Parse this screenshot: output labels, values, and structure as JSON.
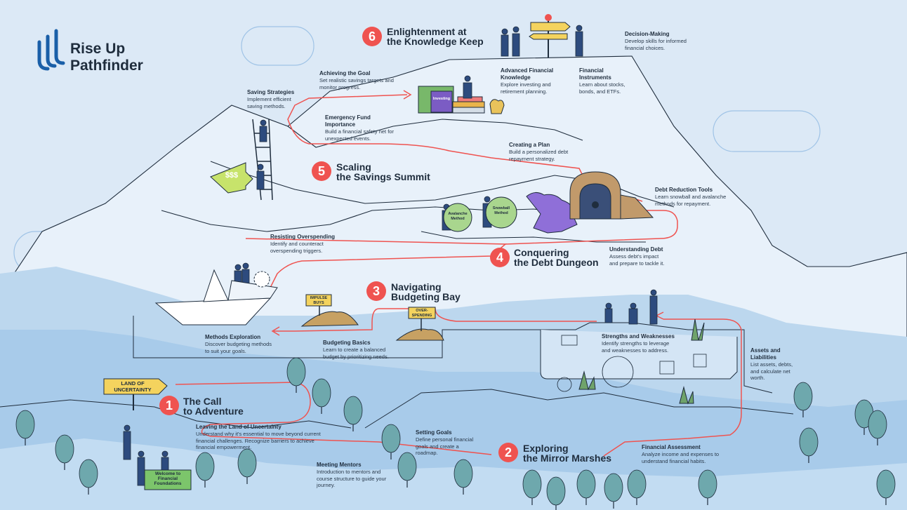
{
  "brand": {
    "name_line1": "Rise Up",
    "name_line2": "Pathfinder"
  },
  "colors": {
    "accent": "#ef5350",
    "navy": "#1f2d3d",
    "sign_yellow": "#f4d35e",
    "sign_green": "#7cc56b",
    "sky": "#dce9f6",
    "water": "#b9d6ef",
    "land": "#c9dff3",
    "tree": "#6ea8ad"
  },
  "stages": [
    {
      "num": "1",
      "line1": "The Call",
      "line2": "to Adventure"
    },
    {
      "num": "2",
      "line1": "Exploring",
      "line2": "the Mirror Marshes"
    },
    {
      "num": "3",
      "line1": "Navigating",
      "line2": "Budgeting Bay"
    },
    {
      "num": "4",
      "line1": "Conquering",
      "line2": "the Debt Dungeon"
    },
    {
      "num": "5",
      "line1": "Scaling",
      "line2": "the Savings Summit"
    },
    {
      "num": "6",
      "line1": "Enlightenment at",
      "line2": "the Knowledge Keep"
    }
  ],
  "labels": [
    {
      "title": "Decision-Making",
      "desc": "Develop skills for informed financial choices."
    },
    {
      "title": "Advanced Financial Knowledge",
      "desc": "Explore investing and retirement planning."
    },
    {
      "title": "Financial Instruments",
      "desc": "Learn about stocks, bonds, and ETFs."
    },
    {
      "title": "Achieving the Goal",
      "desc": "Set realistic savings targets and monitor progress."
    },
    {
      "title": "Saving Strategies",
      "desc": "Implement efficient saving methods."
    },
    {
      "title": "Emergency Fund Importance",
      "desc": "Build a financial safety net for unexpected events."
    },
    {
      "title": "Creating a Plan",
      "desc": "Build a personalized debt repayment strategy."
    },
    {
      "title": "Debt Reduction Tools",
      "desc": "Learn snowball and avalanche methods for repayment."
    },
    {
      "title": "Resisting Overspending",
      "desc": "Identify and counteract overspending triggers."
    },
    {
      "title": "Understanding Debt",
      "desc": "Assess debt's impact and prepare to tackle it."
    },
    {
      "title": "Methods Exploration",
      "desc": "Discover budgeting methods to suit your goals."
    },
    {
      "title": "Budgeting Basics",
      "desc": "Learn to create a balanced budget by prioritizing needs."
    },
    {
      "title": "Strengths and Weaknesses",
      "desc": "Identify strengths to leverage and weaknesses to address."
    },
    {
      "title": "Assets and Liabilities",
      "desc": "List assets, debts, and calculate net worth."
    },
    {
      "title": "Leaving the Land of Uncertainty",
      "desc": "Understand why it's essential to move beyond current financial challenges. Recognize barriers to achieve financial empowerment."
    },
    {
      "title": "Setting Goals",
      "desc": "Define personal financial goals and create a roadmap."
    },
    {
      "title": "Financial Assessment",
      "desc": "Analyze income and expenses to understand financial habits."
    },
    {
      "title": "Meeting Mentors",
      "desc": "Introduction to mentors and course structure to guide your journey."
    }
  ],
  "signs": {
    "land_of_uncertainty": "LAND OF UNCERTAINTY",
    "welcome": "Welcome to Financial Foundations",
    "impulse_buys": "IMPULSE BUYS",
    "overspending": "OVER-SPENDING",
    "dollars": "$$$",
    "avalanche": "Avalanche Method",
    "snowball": "Snowball Method",
    "investing": "Investing"
  },
  "icons": [
    "brand-logo-icon",
    "signpost-icon",
    "books-icon",
    "owl-icon",
    "ladder-icon",
    "paper-boat-icon",
    "ship-wheel-icon",
    "dragon-icon",
    "dungeon-gate-icon",
    "keyhole-icon",
    "boulder-icon",
    "tree-icon",
    "binoculars-icon",
    "envelope-icon",
    "pie-chart-icon",
    "coin-icon",
    "grass-icon"
  ]
}
